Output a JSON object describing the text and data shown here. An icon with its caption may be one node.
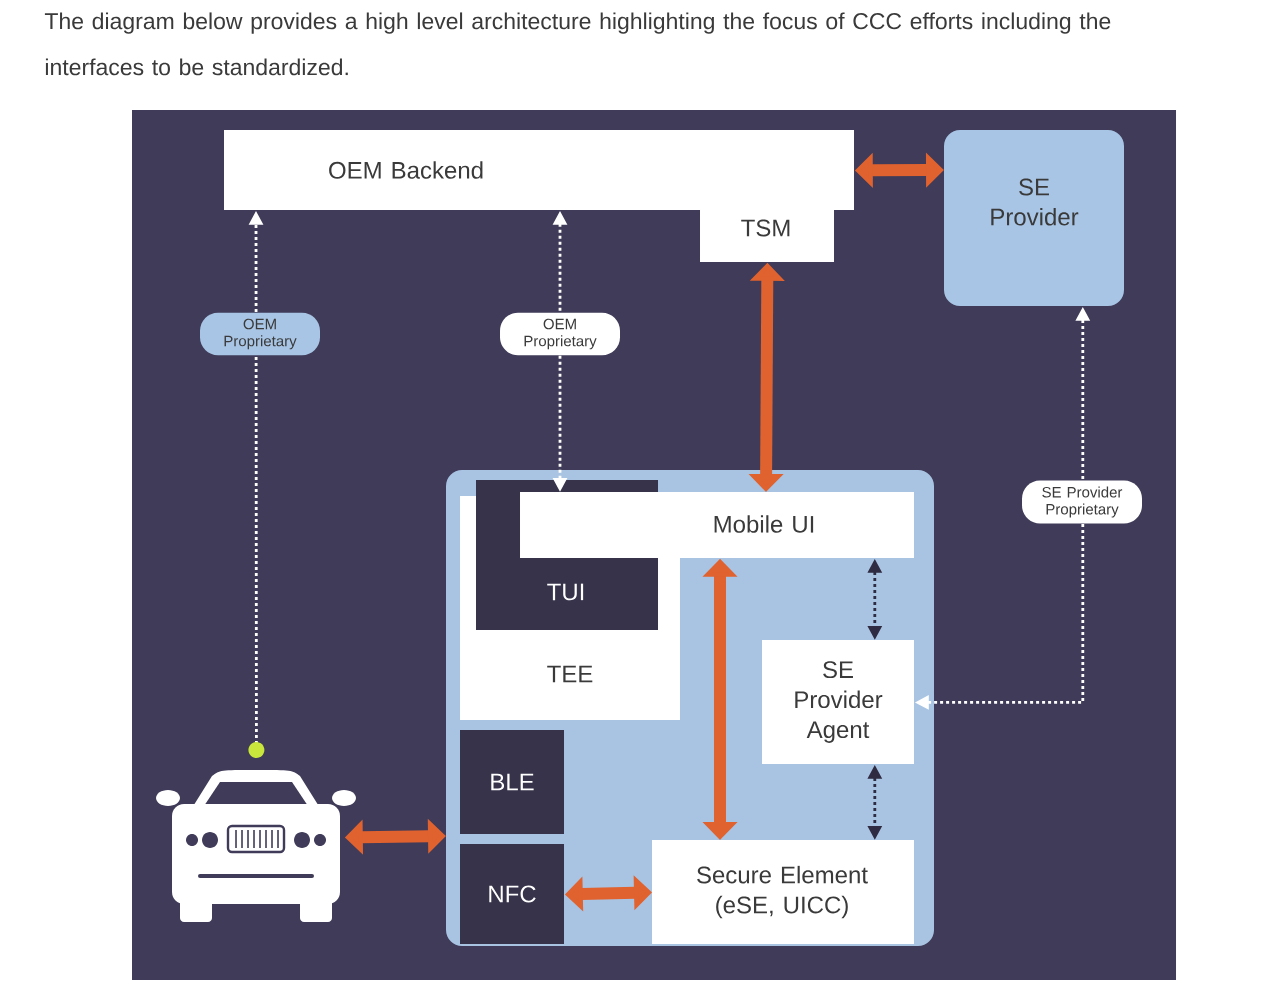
{
  "diagram": {
    "title": "The diagram below provides a high level architecture highlighting the focus of CCC efforts including the interfaces to be standardized.",
    "nodes": [
      {
        "text": [
          "OEM Backend"
        ]
      },
      {
        "text": [
          "TSM"
        ]
      },
      {
        "text": [
          "SE Provider"
        ]
      },
      {
        "text": [],
        "shape": "box"
      },
      {
        "text": [
          "TEE"
        ],
        "in": 3
      },
      {
        "text": [
          "TUI"
        ],
        "in": 3
      },
      {
        "text": [
          "Mobile UI"
        ],
        "in": 3
      },
      {
        "text": [
          "SE Provider Agent"
        ],
        "in": 3
      },
      {
        "text": [
          "BLE"
        ],
        "in": 3
      },
      {
        "text": [
          "NFC"
        ],
        "in": 3
      },
      {
        "text": [
          "Secure Element (eSE, UICC)"
        ],
        "in": 3
      },
      {
        "text": [],
        "shape": "picture"
      }
    ],
    "edges": [
      {
        "from": 0,
        "to": 2,
        "arrow": "both",
        "style": "thick"
      },
      {
        "from": 1,
        "to": 6,
        "arrow": "both",
        "style": "thick"
      },
      {
        "from": 11,
        "to": 0,
        "arrow": "to",
        "style": "dashed",
        "color": "#ffffff",
        "label": "OEM Proprietary"
      },
      {
        "from": 6,
        "to": 0,
        "arrow": "both",
        "style": "dashed",
        "color": "#ffffff",
        "label": "OEM Proprietary"
      },
      {
        "from": 7,
        "to": 2,
        "arrow": "both",
        "style": "dashed",
        "color": "#ffffff",
        "label": "SE Provider Proprietary"
      },
      {
        "from": 6,
        "to": 7,
        "arrow": "both",
        "style": "dashed",
        "color": "#2e2b42"
      },
      {
        "from": 7,
        "to": 10,
        "arrow": "both",
        "style": "dashed",
        "color": "#2e2b42"
      },
      {
        "from": 11,
        "to": 3,
        "arrow": "both",
        "style": "thick"
      },
      {
        "from": 9,
        "to": 10,
        "arrow": "both",
        "style": "thick"
      },
      {
        "from": 6,
        "to": 10,
        "arrow": "both",
        "style": "thick"
      }
    ]
  }
}
